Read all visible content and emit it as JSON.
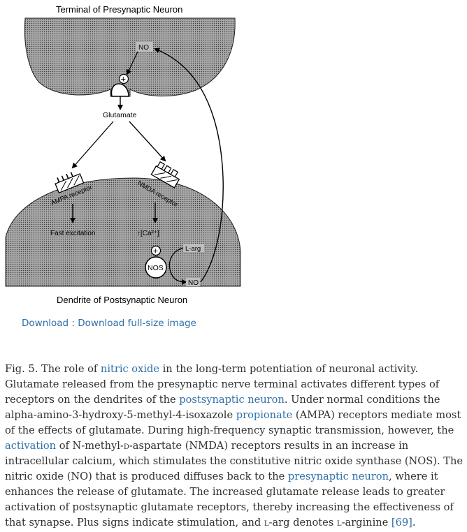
{
  "figure": {
    "title_top": "Terminal of Presynaptic Neuron",
    "title_bottom": "Dendrite of Postsynaptic Neuron",
    "no_top": "NO",
    "plus_top": "+",
    "glutamate": "Glutamate",
    "ampa_receptor": "AMPA receptor",
    "nmda_receptor": "NMDA receptor",
    "fast_excitation": "Fast excitation",
    "calcium": "↑[Ca²⁺]",
    "plus_nos": "+",
    "nos": "NOS",
    "l_arg": "L-arg",
    "no_bottom": "NO"
  },
  "download": {
    "prefix": "Download",
    "separator": " : ",
    "link": "Download full-size image"
  },
  "caption": {
    "part1": "Fig. 5. The role of ",
    "link_nitric_oxide": "nitric oxide",
    "part2": " in the long-term potentiation of neuronal activity. Glutamate released from the presynaptic nerve terminal activates different types of receptors on the dendrites of the ",
    "link_postsynaptic": "postsynaptic neuron",
    "part3": ". Under normal conditions the alpha-amino-3-hydroxy-5-methyl-4-isoxazole ",
    "link_propionate": "propionate",
    "part4": " (AMPA) receptors mediate most of the effects of glutamate. During high-frequency synaptic transmission, however, the ",
    "link_activation": "activation",
    "part5a": " of N-methyl-",
    "part5_d": "d",
    "part5b": "-aspartate (NMDA) receptors results in an increase in intracellular calcium, which stimulates the constitutive nitric oxide synthase (NOS). The nitric oxide (NO) that is produced diffuses back to the ",
    "link_presynaptic": "presynaptic neuron",
    "part6": ", where it enhances the release of glutamate. The increased glutamate release leads to greater activation of postsynaptic glutamate receptors, thereby increasing the effectiveness of that synapse. Plus signs indicate stimulation, and ",
    "sc_larg": "l",
    "part7": "-arg denotes ",
    "sc_larginine": "l",
    "part8": "-arginine ",
    "link_ref": "[69]",
    "part9": "."
  }
}
